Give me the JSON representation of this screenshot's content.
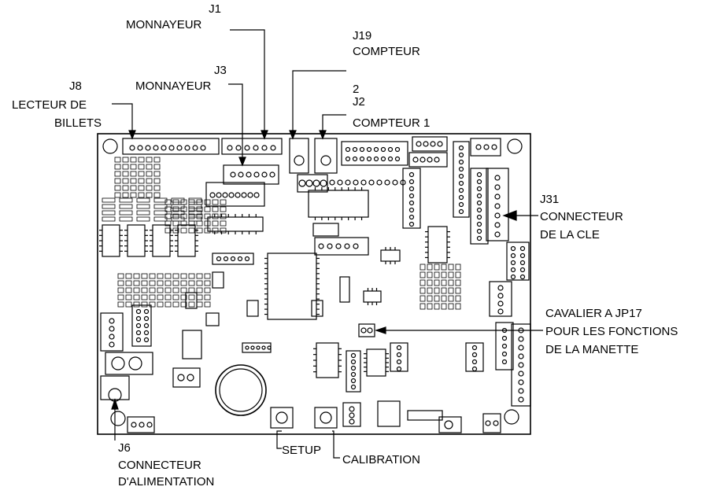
{
  "labels": {
    "j1": {
      "id": "J1",
      "name": "MONNAYEUR"
    },
    "j3": {
      "id": "J3",
      "name": "MONNAYEUR"
    },
    "j19": {
      "id": "J19",
      "name": "COMPTEUR",
      "extra": "2"
    },
    "j2": {
      "id": "J2",
      "name": "COMPTEUR 1"
    },
    "j8": {
      "id": "J8",
      "line1": "LECTEUR DE",
      "line2": "BILLETS"
    },
    "j31": {
      "id": "J31",
      "line1": "CONNECTEUR",
      "line2": "DE LA CLE"
    },
    "jp17": {
      "line1": "CAVALIER A JP17",
      "line2": "POUR LES FONCTIONS",
      "line3": "DE LA MANETTE"
    },
    "j6": {
      "id": "J6",
      "line1": "CONNECTEUR",
      "line2": "D'ALIMENTATION"
    },
    "setup": "SETUP",
    "calibration": "CALIBRATION"
  },
  "colors": {
    "ink": "#000000",
    "board": "#ffffff"
  }
}
